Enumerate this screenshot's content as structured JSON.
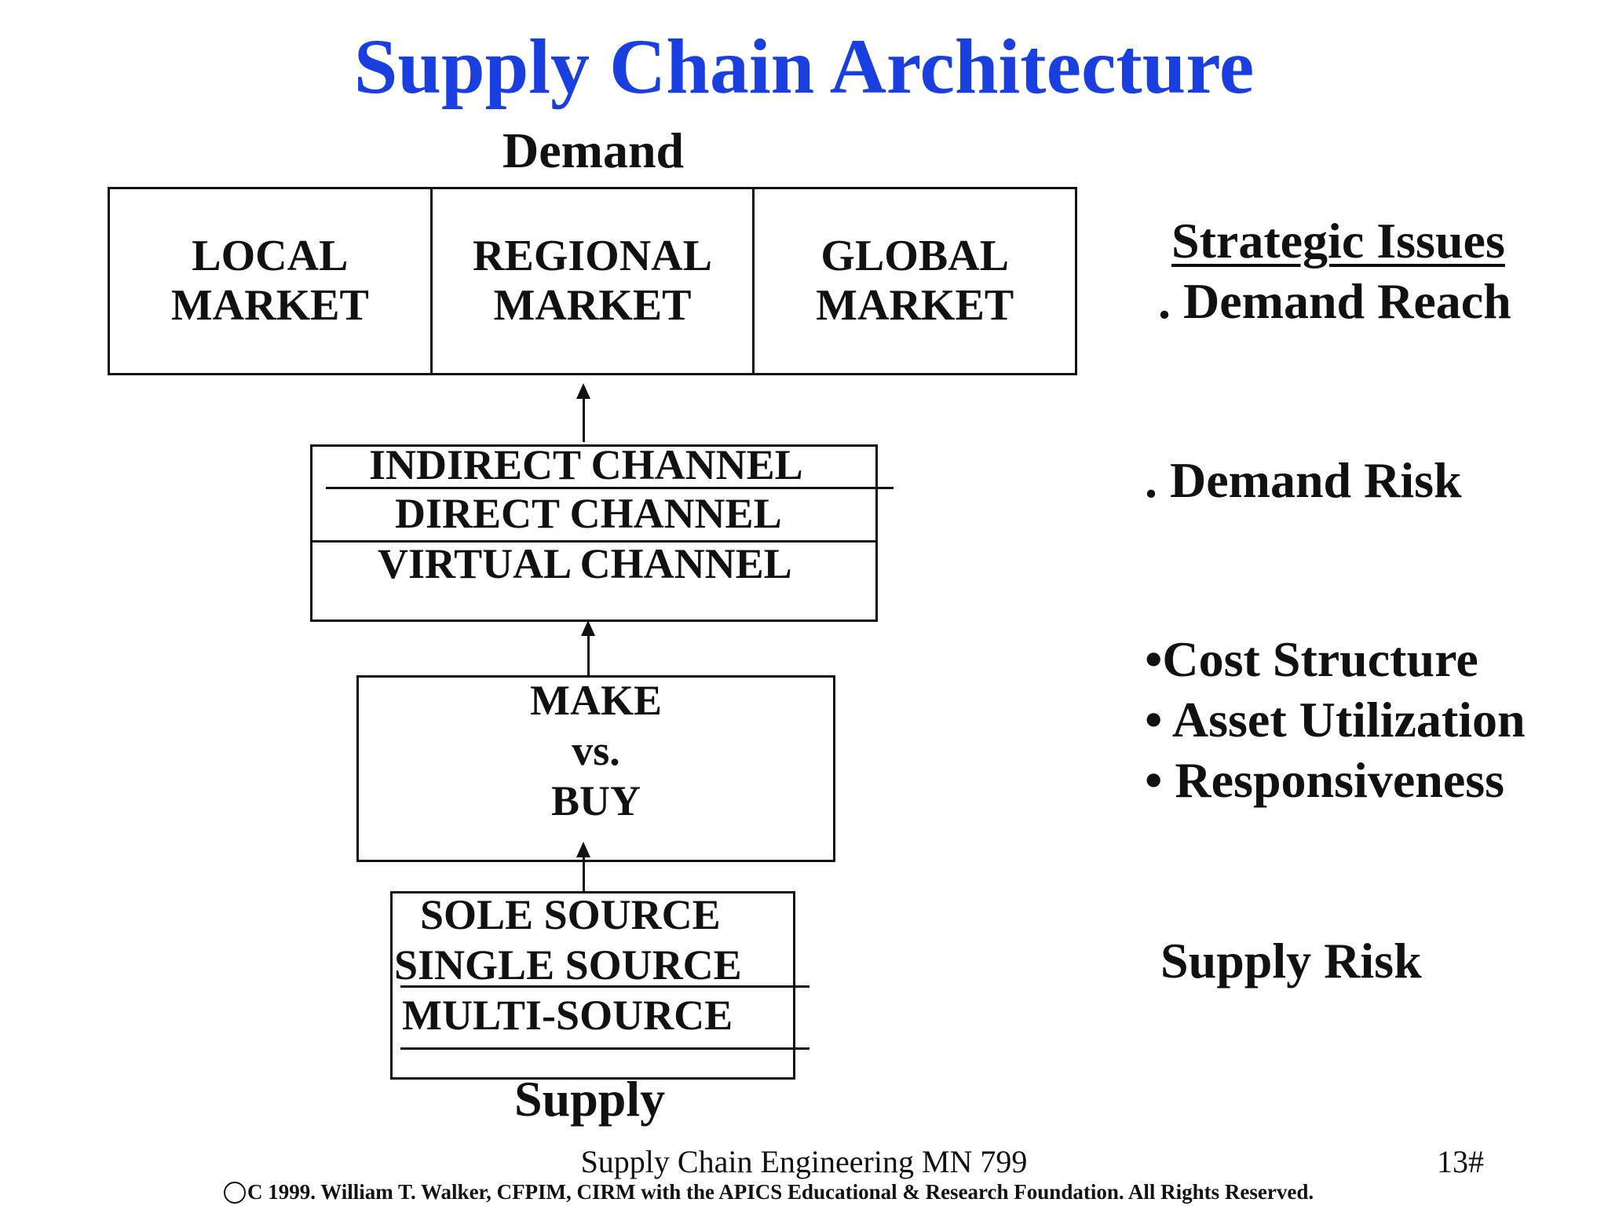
{
  "title": "Supply Chain Architecture",
  "demand_label": "Demand",
  "supply_label": "Supply",
  "markets": [
    "LOCAL\nMARKET",
    "REGIONAL\nMARKET",
    "GLOBAL\nMARKET"
  ],
  "channels": [
    "INDIRECT CHANNEL",
    "DIRECT CHANNEL",
    "VIRTUAL CHANNEL"
  ],
  "make_buy": [
    "MAKE",
    "vs.",
    "BUY"
  ],
  "sources": [
    "SOLE SOURCE",
    "SINGLE SOURCE",
    "MULTI-SOURCE"
  ],
  "issues": {
    "heading": "Strategic Issues",
    "demand_reach": ". Demand Reach",
    "demand_risk": ". Demand Risk",
    "cost_structure": "•Cost Structure",
    "asset_utilization": "• Asset Utilization",
    "responsiveness": "• Responsiveness",
    "supply_risk": "Supply Risk"
  },
  "footer": {
    "course": "Supply Chain Engineering MN 799",
    "page": "13#",
    "copyright": "C 1999.  William T. Walker, CFPIM, CIRM with the APICS Educational & Research Foundation.   All Rights Reserved."
  },
  "colors": {
    "title": "#1a3fe0",
    "text": "#111111"
  }
}
